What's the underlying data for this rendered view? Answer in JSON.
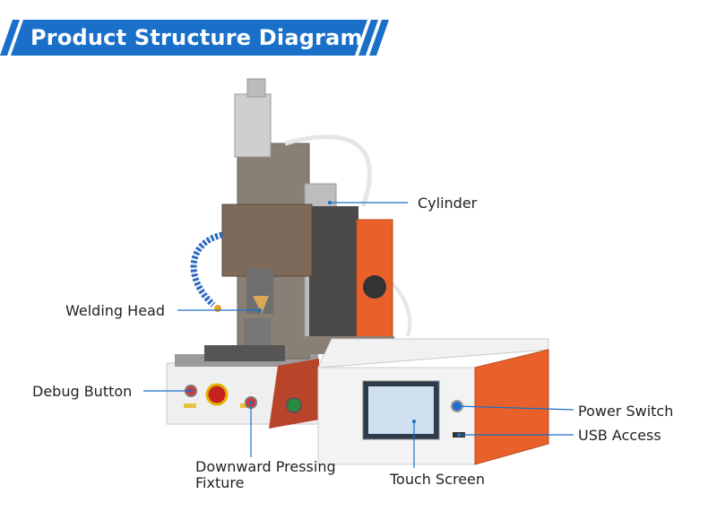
{
  "header": {
    "title": "Product Structure Diagram"
  },
  "callouts": {
    "cylinder": "Cylinder",
    "welding_head": "Welding Head",
    "debug_button": "Debug Button",
    "downward_fixture_line1": "Downward Pressing",
    "downward_fixture_line2": "Fixture",
    "touch_screen": "Touch Screen",
    "power_switch": "Power Switch",
    "usb_access": "USB Access"
  },
  "colors": {
    "banner_blue": "#1a6fc9",
    "controller_orange": "#e8612a",
    "machine_metal": "#8a7f74",
    "callout_line": "#1a6fc9"
  }
}
